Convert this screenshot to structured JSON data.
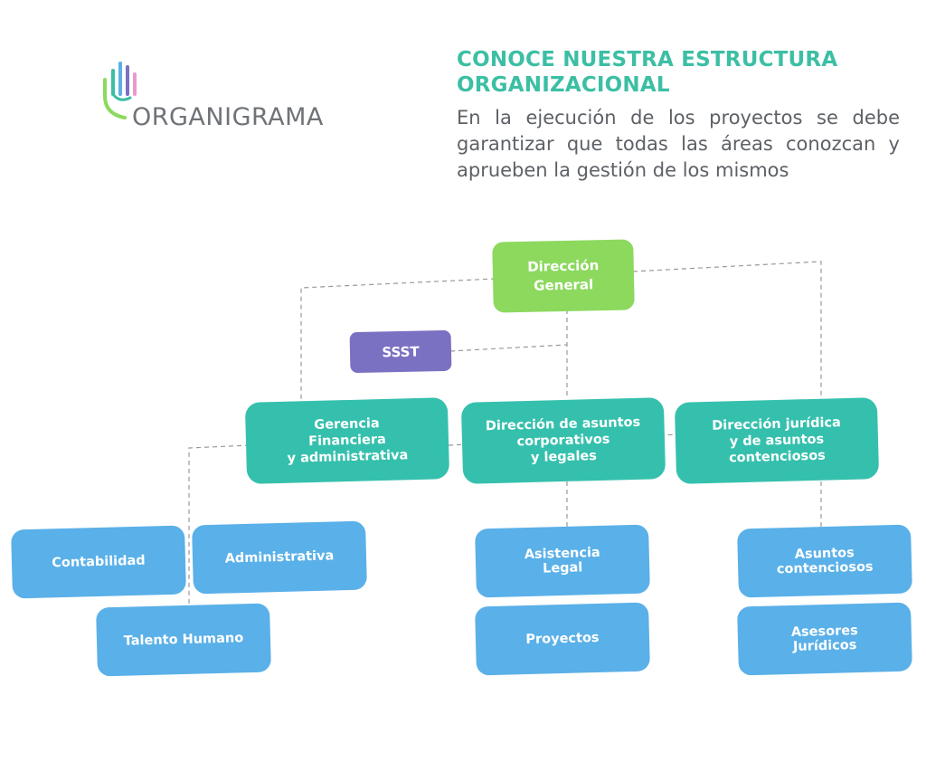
{
  "brand": {
    "logo_text": "ORGANIGRAMA",
    "logo_icon": "hand-icon"
  },
  "header": {
    "title_line1": "CONOCE NUESTRA ESTRUCTURA",
    "title_line2": "ORGANIZACIONAL",
    "description": "En la ejecución de los proyectos se debe garantizar que todas las áreas conozcan y aprueben la gestión de los mismos"
  },
  "colors": {
    "heading": "#3cbfa4",
    "text": "#5d6166",
    "top_node": "#8cd95e",
    "support_node": "#7a71c2",
    "direction_node": "#35c0ad",
    "area_node": "#5ab0e8",
    "connector": "#999999"
  },
  "org": {
    "top": "Dirección\nGeneral",
    "support": "SSST",
    "directions": {
      "finance": "Gerencia\nFinanciera\ny administrativa",
      "corporate": "Dirección de asuntos\ncorporativos\ny legales",
      "legal": "Dirección jurídica\ny de asuntos\ncontenciosos"
    },
    "areas": {
      "accounting": "Contabilidad",
      "administrative": "Administrativa",
      "talent": "Talento Humano",
      "legal_assistance": "Asistencia\nLegal",
      "projects": "Proyectos",
      "litigation": "Asuntos\ncontenciosos",
      "advisors": "Asesores\nJurídicos"
    }
  }
}
